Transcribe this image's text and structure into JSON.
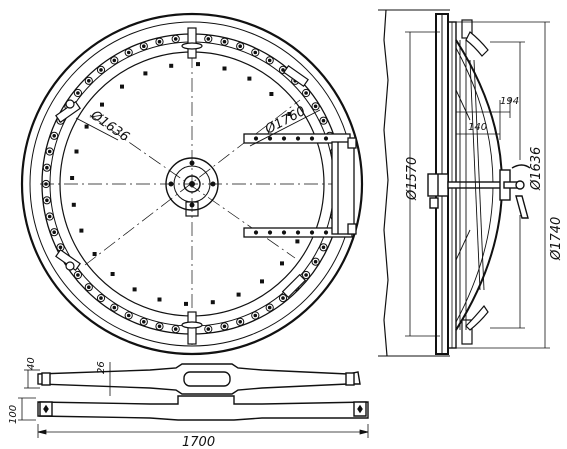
{
  "dimensions": {
    "d_1636_front": "Ø1636",
    "d_1760_front": "Ø1760",
    "d_1570_side": "Ø1570",
    "d_1636_side": "Ø1636",
    "d_1740_side": "Ø1740",
    "dim_194": "194",
    "dim_140": "140",
    "bar_40": "40",
    "bar_26": "26",
    "bar_100": "100",
    "bar_1700": "1700"
  }
}
